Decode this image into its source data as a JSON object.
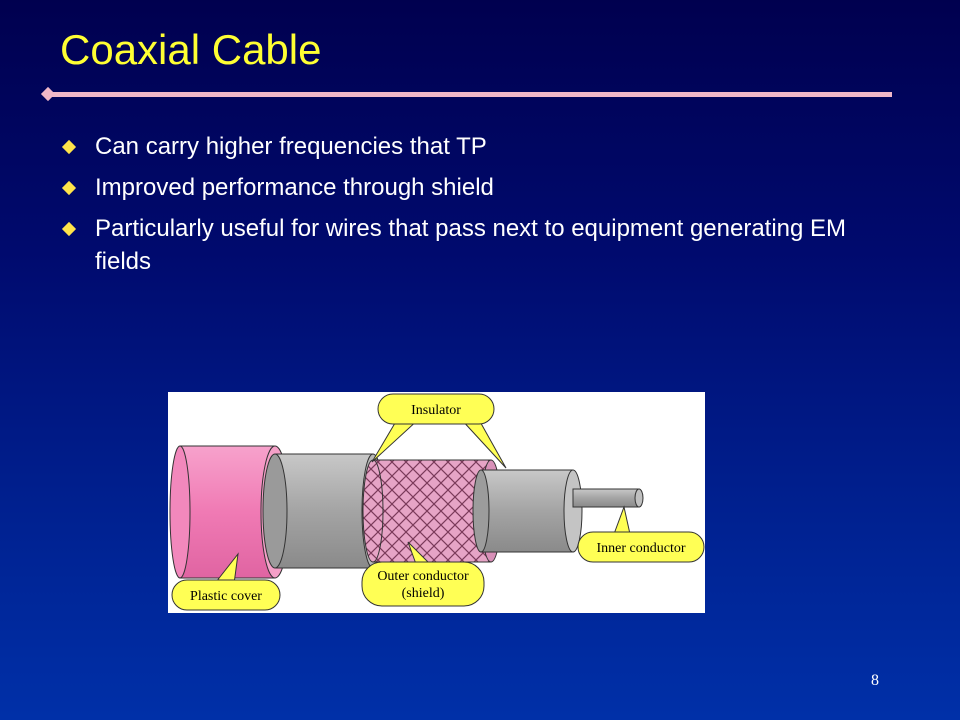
{
  "slide": {
    "title": "Coaxial Cable",
    "bullets": [
      "Can carry higher frequencies that TP",
      "Improved performance through shield",
      "Particularly useful for wires that pass next to equipment generating EM fields"
    ],
    "page_number": "8"
  },
  "figure": {
    "labels": {
      "insulator": "Insulator",
      "inner_conductor": "Inner conductor",
      "outer_conductor_line1": "Outer conductor",
      "outer_conductor_line2": "(shield)",
      "plastic_cover": "Plastic cover"
    }
  },
  "colors": {
    "title": "#ffff33",
    "accent_rule": "#f0b8c8",
    "bullet": "#ffe44a",
    "callout_fill": "#ffff55",
    "cover_pink": "#f080b8",
    "shield_mesh": "#e8a8c8",
    "metal_gray": "#a8a8a8"
  }
}
